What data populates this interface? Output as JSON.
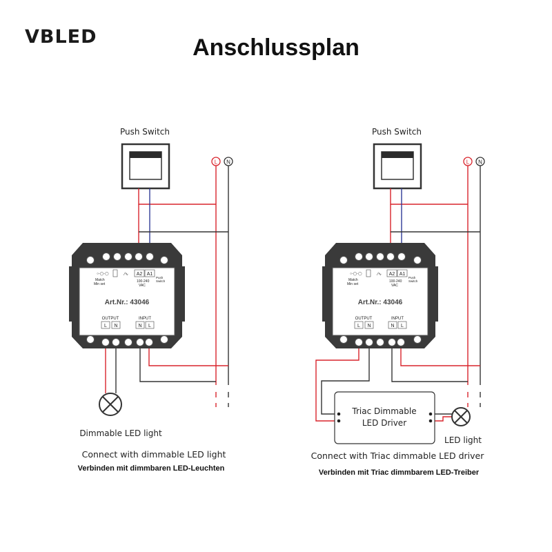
{
  "brand": "VBLED",
  "title": "Anschlussplan",
  "colors": {
    "live": "#d9232b",
    "switch": "#2f3a96",
    "wire": "#333333",
    "device": "#3a3a3a"
  },
  "left": {
    "switch_label": "Push Switch",
    "terminal_L": "L",
    "terminal_N": "N",
    "article": "Art.Nr.: 43046",
    "output_label": "OUTPUT",
    "input_label": "INPUT",
    "out_pins": [
      "L",
      "N"
    ],
    "in_pins": [
      "N",
      "L"
    ],
    "top_a2": "A2",
    "top_a1": "A1",
    "voltage": "100-240",
    "vac": "VAC",
    "match": "Match",
    "min_set": "Min set",
    "push": "Push",
    "switch_word": "Switch",
    "load_label": "Dimmable LED light",
    "caption_en": "Connect with dimmable LED light",
    "caption_de": "Verbinden mit dimmbaren LED-Leuchten"
  },
  "right": {
    "switch_label": "Push Switch",
    "terminal_L": "L",
    "terminal_N": "N",
    "article": "Art.Nr.: 43046",
    "output_label": "OUTPUT",
    "input_label": "INPUT",
    "out_pins": [
      "L",
      "N"
    ],
    "in_pins": [
      "N",
      "L"
    ],
    "top_a2": "A2",
    "top_a1": "A1",
    "voltage": "100-240",
    "vac": "VAC",
    "match": "Match",
    "min_set": "Min set",
    "push": "Push",
    "switch_word": "Switch",
    "driver_line1": "Triac Dimmable",
    "driver_line2": "LED Driver",
    "load_label": "LED light",
    "caption_en": "Connect with Triac dimmable LED driver",
    "caption_de": "Verbinden mit Triac dimmbarem LED-Treiber"
  }
}
